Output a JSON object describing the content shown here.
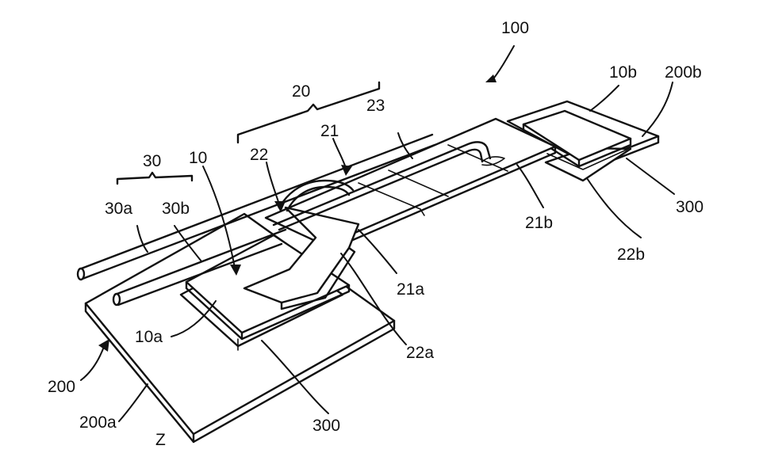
{
  "labels": {
    "l100": "100",
    "l20": "20",
    "l23": "23",
    "l21": "21",
    "l22": "22",
    "l10": "10",
    "l30": "30",
    "l30a": "30a",
    "l30b": "30b",
    "l10b": "10b",
    "l200b": "200b",
    "l300_right": "300",
    "l21b": "21b",
    "l22b": "22b",
    "l21a": "21a",
    "l10a": "10a",
    "l22a": "22a",
    "l200": "200",
    "l200a": "200a",
    "l300_bottom": "300",
    "lz": "Z"
  },
  "colors": {
    "ink": "#111111",
    "paper": "#ffffff"
  }
}
